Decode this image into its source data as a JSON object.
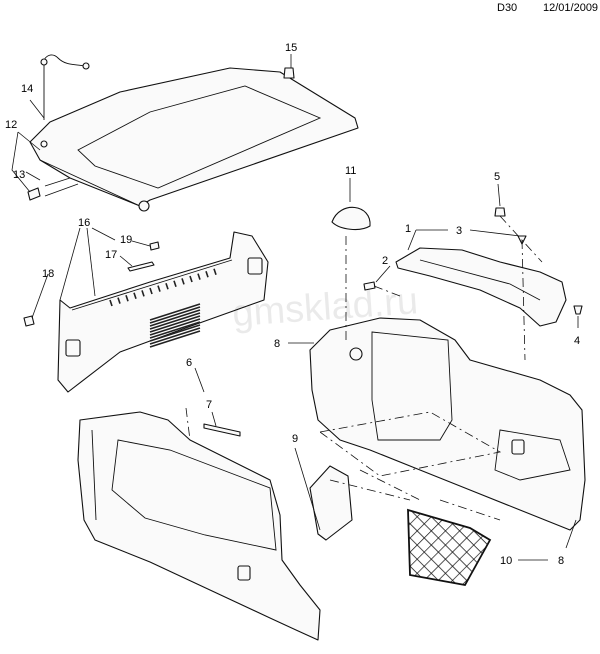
{
  "header": {
    "page_code": "D30",
    "date": "12/01/2009"
  },
  "watermark": "gmsklad.ru",
  "callouts": [
    "1",
    "2",
    "3",
    "4",
    "5",
    "6",
    "7",
    "8",
    "8",
    "9",
    "10",
    "11",
    "12",
    "13",
    "14",
    "15",
    "16",
    "17",
    "18",
    "19"
  ]
}
